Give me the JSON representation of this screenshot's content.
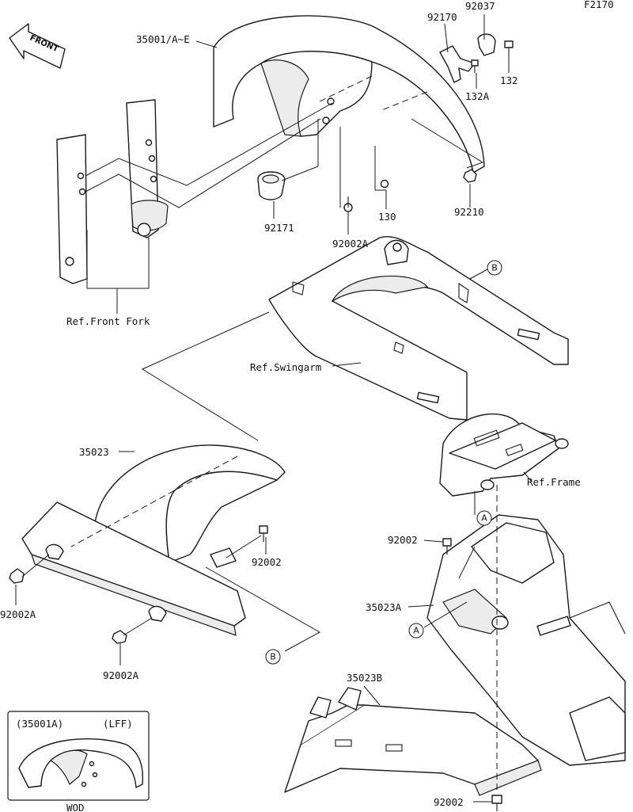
{
  "figure_code": "F2170",
  "front_label": "FRONT",
  "callouts": {
    "p35001": "35001/A~E",
    "p92170": "92170",
    "p92037": "92037",
    "p132": "132",
    "p132a": "132A",
    "p92210": "92210",
    "p130": "130",
    "p92171": "92171",
    "p92002a_top": "92002A",
    "ref_front_fork": "Ref.Front Fork",
    "ref_swingarm": "Ref.Swingarm",
    "ref_frame": "Ref.Frame",
    "p35023": "35023",
    "p92002_mid": "92002",
    "p92002_right": "92002",
    "p92002a_left": "92002A",
    "p92002a_bottom": "92002A",
    "p35023a": "35023A",
    "p35023b": "35023B",
    "p92002_bottom": "92002"
  },
  "markers": {
    "a1": "A",
    "a2": "A",
    "b1": "B",
    "b2": "B"
  },
  "inset": {
    "part_label": "(35001A)",
    "variant_label": "(LFF)",
    "caption": "WOD"
  }
}
